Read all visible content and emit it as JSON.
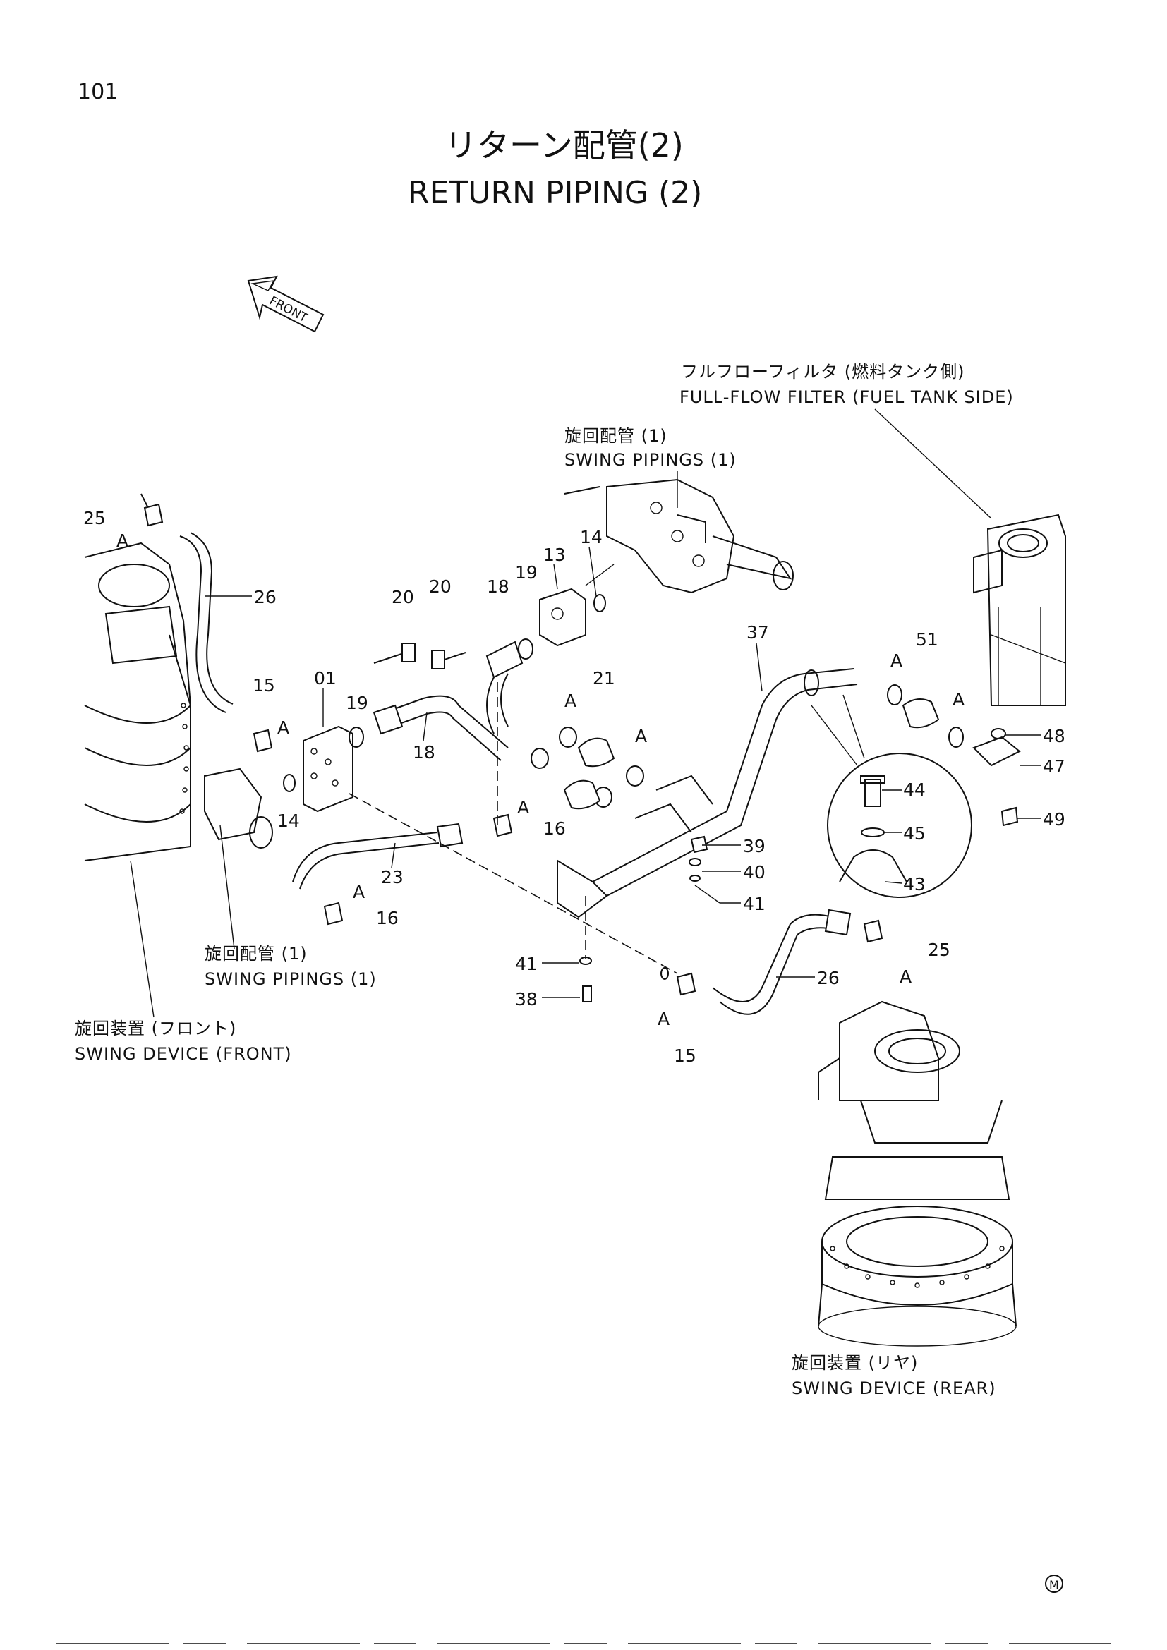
{
  "page_number": "101",
  "title_jp": "リターン配管(2)",
  "title_en": "RETURN  PIPING (2)",
  "front_arrow": "FRONT",
  "callouts": {
    "full_flow_filter_jp": "フルフローフィルタ (燃料タンク側)",
    "full_flow_filter_en": "FULL-FLOW FILTER (FUEL TANK SIDE)",
    "swing_pipings_top_jp": "旋回配管 (1)",
    "swing_pipings_top_en": "SWING PIPINGS (1)",
    "swing_pipings_left_jp": "旋回配管 (1)",
    "swing_pipings_left_en": "SWING PIPINGS (1)",
    "swing_front_jp": "旋回装置 (フロント)",
    "swing_front_en": "SWING DEVICE (FRONT)",
    "swing_rear_jp": "旋回装置 (リヤ)",
    "swing_rear_en": "SWING DEVICE (REAR)"
  },
  "part_numbers": {
    "p01": "01",
    "p13": "13",
    "p14a": "14",
    "p14b": "14",
    "p15a": "15",
    "p15b": "15",
    "p16a": "16",
    "p16b": "16",
    "p18a": "18",
    "p18b": "18",
    "p19a": "19",
    "p19b": "19",
    "p20a": "20",
    "p20b": "20",
    "p21": "21",
    "p23": "23",
    "p25a": "25",
    "p25b": "25",
    "p26a": "26",
    "p26b": "26",
    "p37": "37",
    "p38": "38",
    "p39": "39",
    "p40": "40",
    "p41a": "41",
    "p41b": "41",
    "p43": "43",
    "p44": "44",
    "p45": "45",
    "p47": "47",
    "p48": "48",
    "p49": "49",
    "p51": "51"
  },
  "detail_marker": "A",
  "footer_mark": "M"
}
